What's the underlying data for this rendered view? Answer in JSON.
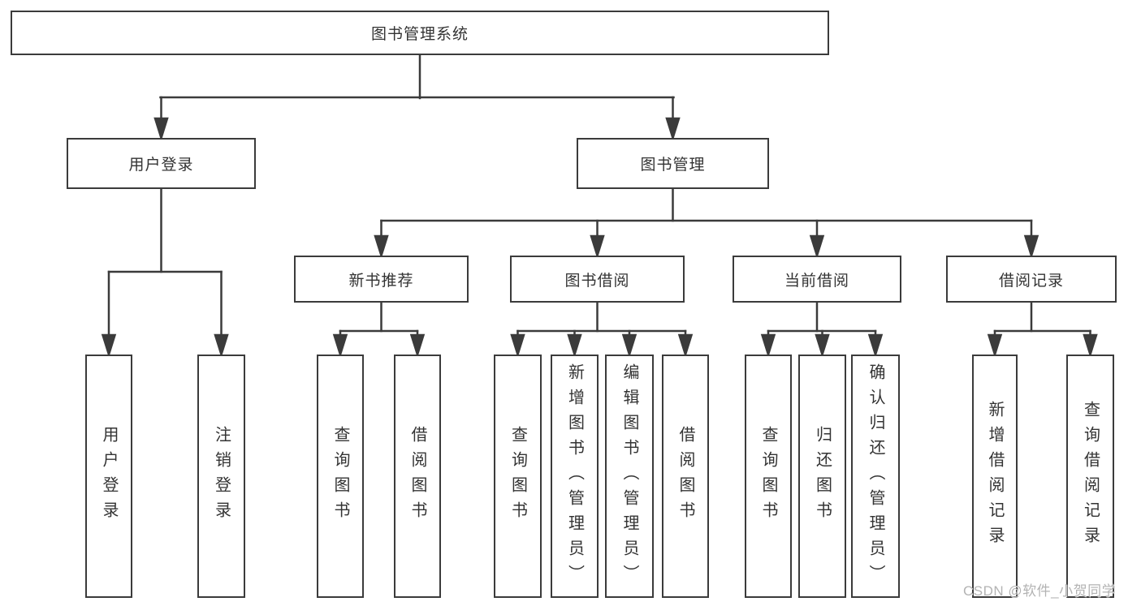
{
  "tree": {
    "root": {
      "label": "图书管理系统",
      "children": [
        {
          "label": "用户登录",
          "children": [
            {
              "label": "用户登录"
            },
            {
              "label": "注销登录"
            }
          ]
        },
        {
          "label": "图书管理",
          "children": [
            {
              "label": "新书推荐",
              "children": [
                {
                  "label": "查询图书"
                },
                {
                  "label": "借阅图书"
                }
              ]
            },
            {
              "label": "图书借阅",
              "children": [
                {
                  "label": "查询图书"
                },
                {
                  "label": "新增图书（管理员）"
                },
                {
                  "label": "编辑图书（管理员）"
                },
                {
                  "label": "借阅图书"
                }
              ]
            },
            {
              "label": "当前借阅",
              "children": [
                {
                  "label": "查询图书"
                },
                {
                  "label": "归还图书"
                },
                {
                  "label": "确认归还（管理员）"
                }
              ]
            },
            {
              "label": "借阅记录",
              "children": [
                {
                  "label": "新增借阅记录"
                },
                {
                  "label": "查询借阅记录"
                }
              ]
            }
          ]
        }
      ]
    }
  },
  "watermark": {
    "text": "CSDN @软件_小贺同学"
  },
  "colors": {
    "line": "#3b3b3b",
    "node_border": "#3b3b3b",
    "text": "#333333",
    "watermark": "#b3b3b3",
    "background": "#ffffff"
  }
}
